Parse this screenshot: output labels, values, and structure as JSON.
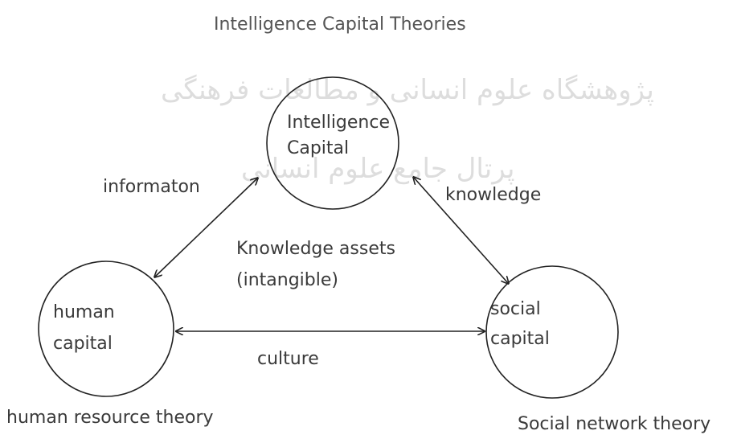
{
  "title": "Intelligence Capital Theories",
  "watermark": {
    "line1": "پژوهشگاه علوم انسانی و مطالعات فرهنگی",
    "line2": "پرتال جامع علوم انسانی"
  },
  "nodes": {
    "intelligence": {
      "line1": "Intelligence",
      "line2": "Capital"
    },
    "human": {
      "line1": "human",
      "line2": "capital"
    },
    "social": {
      "line1": "social",
      "line2": "capital"
    }
  },
  "edges": {
    "information": "informaton",
    "knowledge": "knowledge",
    "culture": "culture"
  },
  "center_label": {
    "line1": "Knowledge assets",
    "line2": "(intangible)"
  },
  "theories": {
    "human": "human resource theory",
    "social": "Social network theory"
  },
  "colors": {
    "stroke": "#222222",
    "text": "#3a3a3a",
    "watermark": "#dddddd"
  }
}
